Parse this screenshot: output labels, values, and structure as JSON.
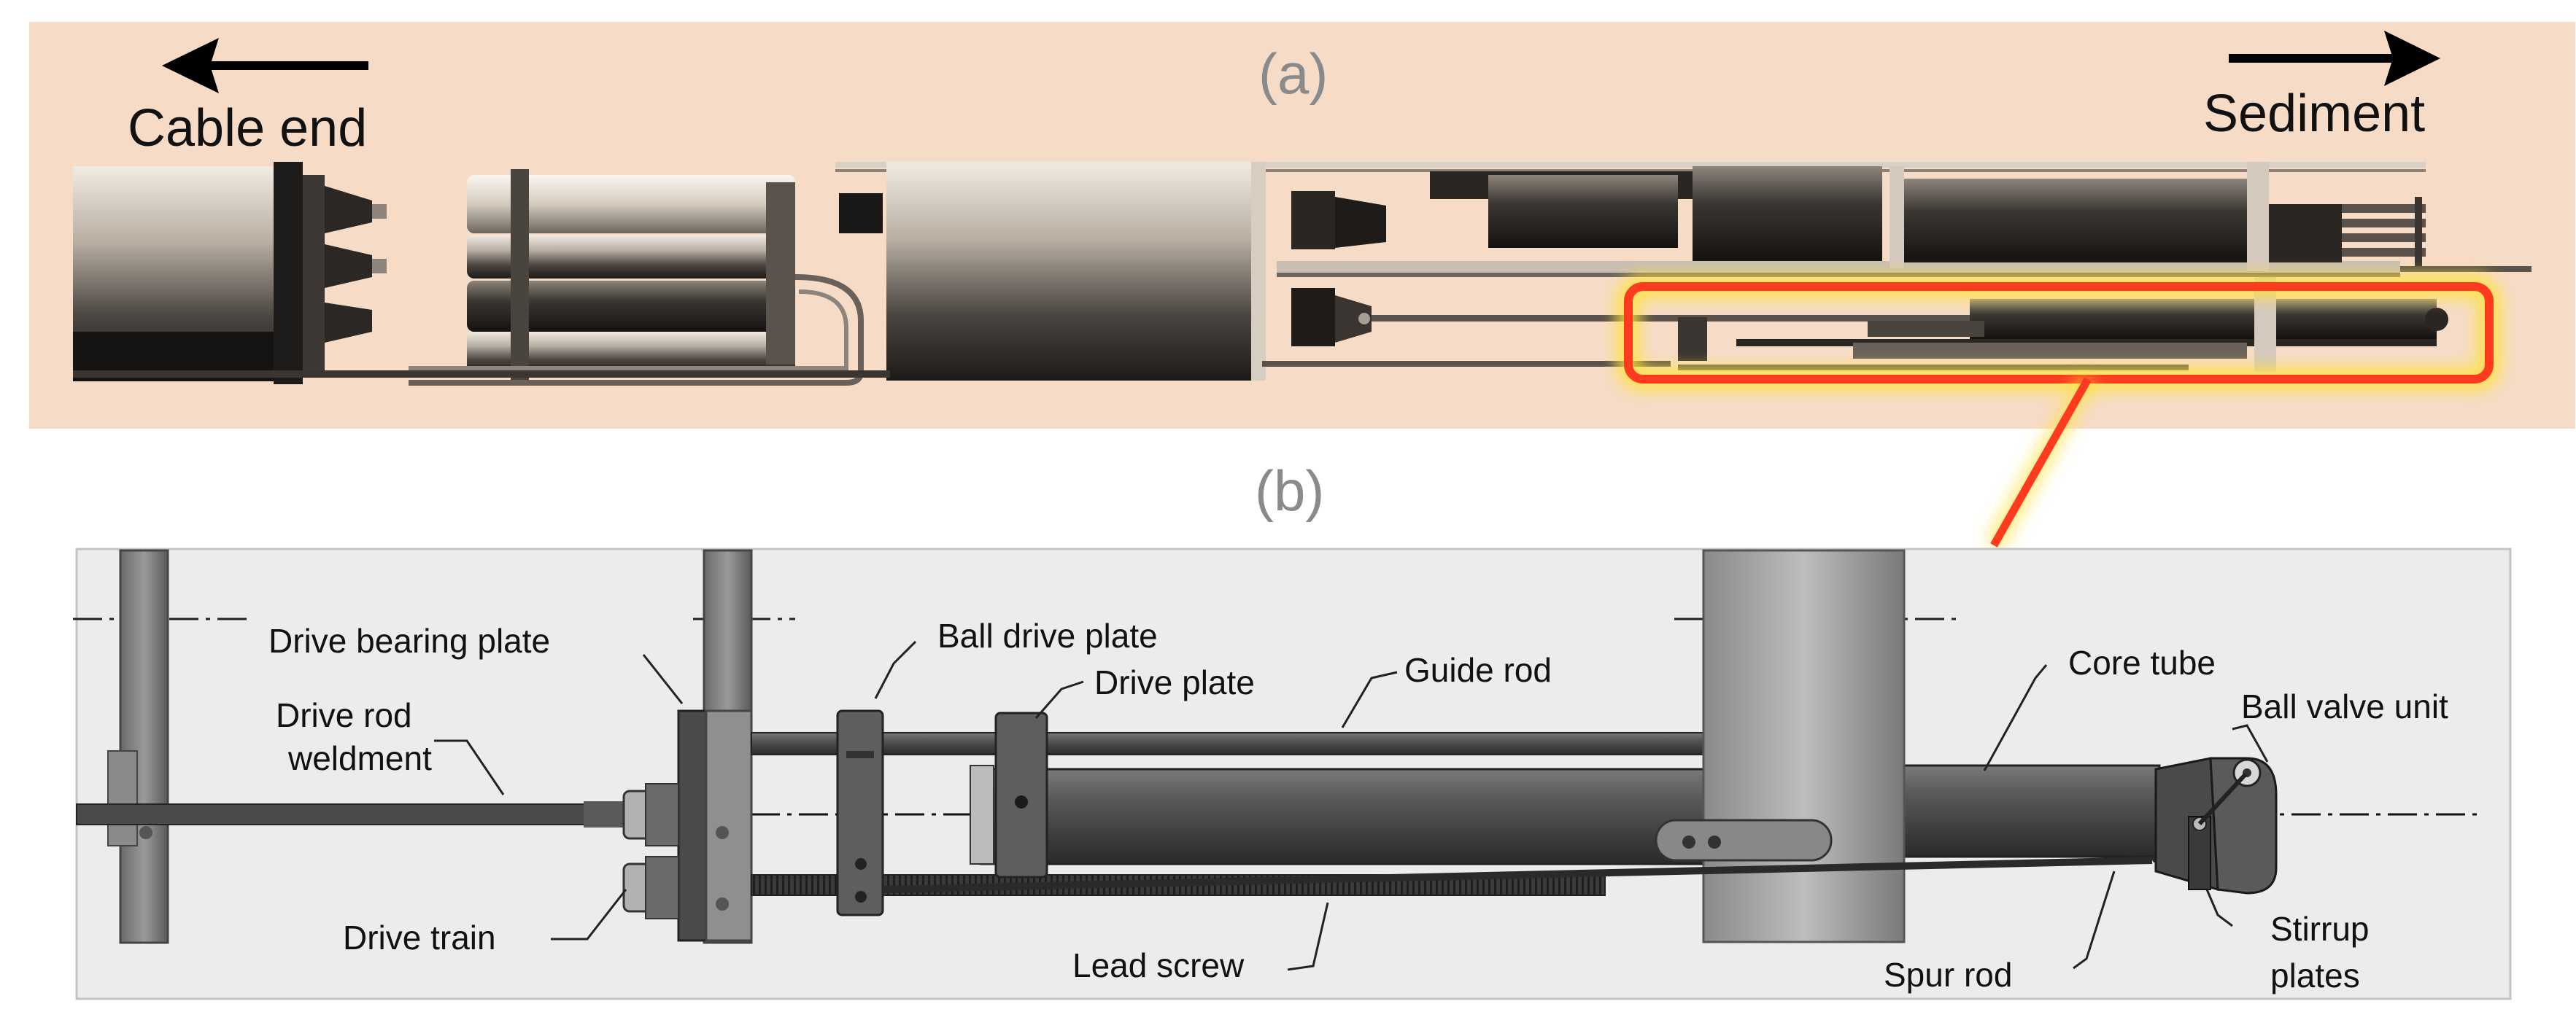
{
  "panel_a": {
    "letter": "(a)",
    "direction_left": "Cable end",
    "direction_right": "Sediment"
  },
  "panel_b": {
    "letter": "(b)",
    "labels": {
      "drive_bearing_plate": "Drive bearing plate",
      "drive_rod_line1": "Drive rod",
      "drive_rod_line2": "weldment",
      "drive_train": "Drive train",
      "ball_drive_plate": "Ball drive plate",
      "drive_plate": "Drive plate",
      "guide_rod": "Guide rod",
      "lead_screw": "Lead screw",
      "core_tube": "Core tube",
      "ball_valve_unit": "Ball valve unit",
      "spur_rod": "Spur rod",
      "stirrup_line1": "Stirrup",
      "stirrup_line2": "plates"
    }
  },
  "colors": {
    "panel_a_bg": "#f6dcc6",
    "panel_b_bg": "#ececec",
    "highlight": "#ff3b1f",
    "glow": "#ffe23a"
  }
}
